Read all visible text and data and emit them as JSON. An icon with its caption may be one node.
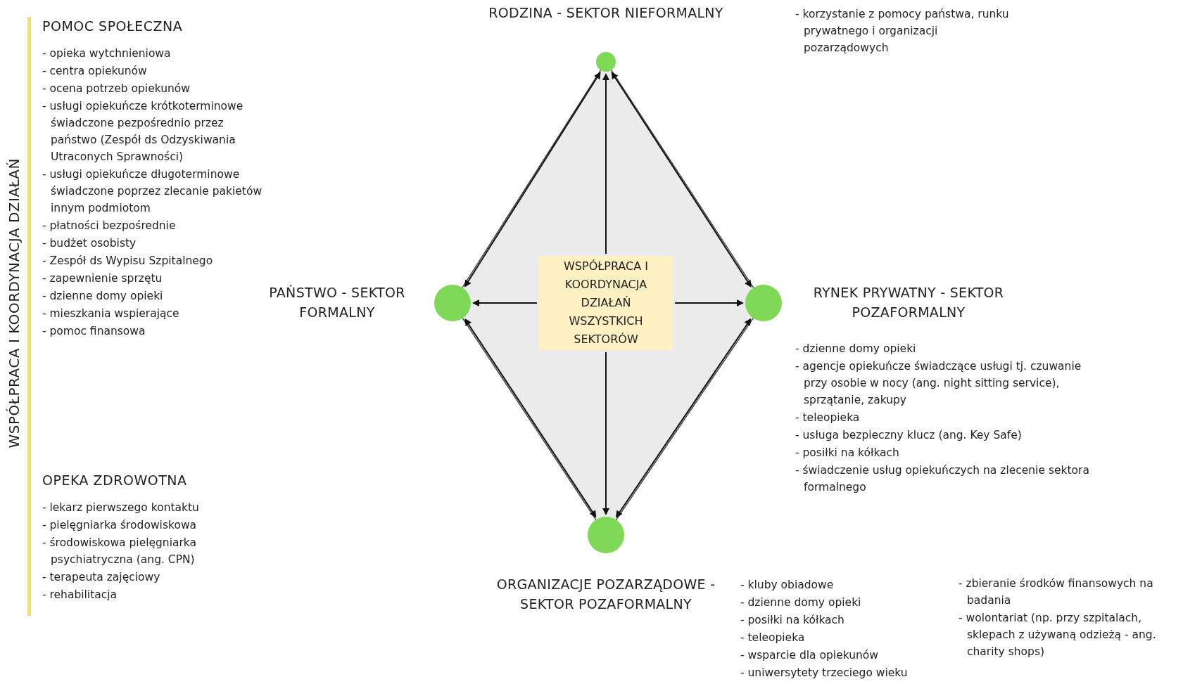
{
  "diagram": {
    "nodes": [
      {
        "text": [
          "RODZINA - SEKTOR NIEFORMALNY"
        ]
      },
      {
        "text": [
          "PAŃSTWO - SEKTOR FORMALNY"
        ]
      },
      {
        "text": [
          "RYNEK PRYWATNY - SEKTOR POZAFORMALNY"
        ],
        "beside": [
          "- dzienne domy opieki",
          "- agencje opiekuńcze świadczące usługi tj. czuwanie przy osobie w nocy (ang. night sitting service), sprzątanie, zakupy",
          "- teleopieka",
          "- usługa bezpieczny klucz (ang. Key Safe)",
          "- posiłki na kółkach",
          "- świadczenie usług opiekuńczych na zlecenie sektora formalnego"
        ]
      },
      {
        "text": [
          "ORGANIZACJE POZARZĄDOWE - SEKTOR POZAFORMALNY"
        ],
        "beside": [
          "- kluby obiadowe",
          "- dzienne domy opieki",
          "- posiłki na kółkach",
          "- teleopieka",
          "- wsparcie dla opiekunów",
          "- uniwersytety trzeciego wieku",
          "- zbieranie środków finansowych na badania",
          "- wolontariat (np. przy szpitalach, sklepach z używaną odzieżą - ang. charity shops)"
        ]
      },
      {
        "text": [
          "WSPÓŁPRACA I KOORDYNACJA DZIAŁAŃ WSZYSTKICH SEKTORÓW"
        ]
      }
    ],
    "edges": [
      {
        "from": 0,
        "to": 1,
        "arrow": "both"
      },
      {
        "from": 0,
        "to": 2,
        "arrow": "both"
      },
      {
        "from": 1,
        "to": 3,
        "arrow": "both"
      },
      {
        "from": 2,
        "to": 3,
        "arrow": "both"
      },
      {
        "from": 4,
        "to": 0,
        "arrow": "to"
      },
      {
        "from": 4,
        "to": 1,
        "arrow": "to"
      },
      {
        "from": 4,
        "to": 2,
        "arrow": "to"
      },
      {
        "from": 4,
        "to": 3,
        "arrow": "to"
      }
    ],
    "labels": [
      "WSPÓŁPRACA I KOORDYNACJA DZIAŁAŃ",
      "POMOC SPOŁECZNA",
      "- opieka wytchnieniowa",
      "- centra opiekunów",
      "- ocena potrzeb opiekunów",
      "- usługi opiekuńcze krótkoterminowe świadczone pezpośrednio przez państwo (Zespół ds Odzyskiwania Utraconych Sprawności)",
      "- usługi opiekuńcze długoterminowe świadczone poprzez zlecanie pakietów innym podmiotom",
      "- płatności bezpośrednie",
      "- budżet osobisty",
      "- Zespół ds Wypisu Szpitalnego",
      "- zapewnienie sprzętu",
      "- dzienne domy opieki",
      "- mieszkania wspierające",
      "- pomoc finansowa",
      "OPEKA ZDROWOTNA",
      "- lekarz pierwszego kontaktu",
      "- pielęgniarka środowiskowa",
      "- środowiskowa pielęgniarka psychiatryczna (ang. CPN)",
      "- terapeuta zajęciowy",
      "- rehabilitacja",
      "- korzystanie z pomocy państwa, runku prywatnego i organizacji pozarządowych"
    ]
  }
}
